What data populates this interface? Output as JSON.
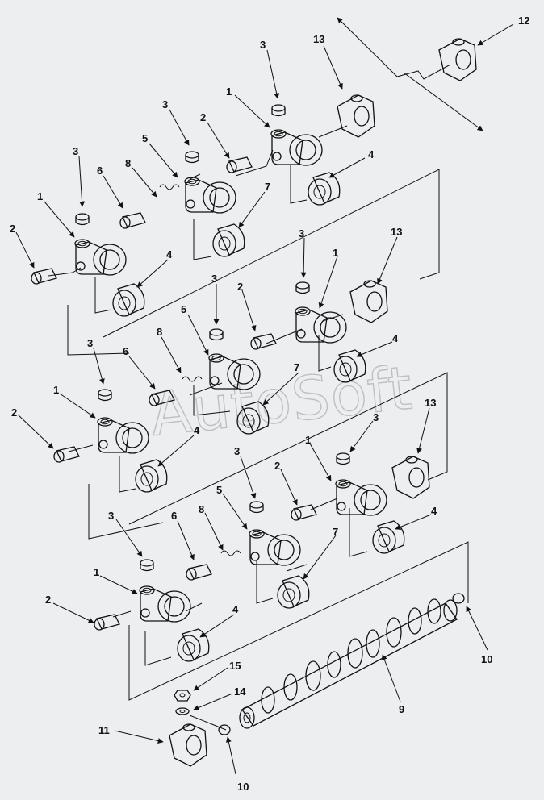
{
  "watermark": "AutoSoft",
  "colors": {
    "background": "#eceeef",
    "ink": "#111111",
    "watermark": "#999999"
  },
  "callouts": {
    "c1": "1",
    "c2": "2",
    "c3": "3",
    "c4": "4",
    "c5": "5",
    "c6": "6",
    "c7": "7",
    "c8": "8",
    "c9": "9",
    "c10": "10",
    "c11": "11",
    "c12": "12",
    "c13": "13",
    "c14": "14",
    "c15": "15"
  }
}
